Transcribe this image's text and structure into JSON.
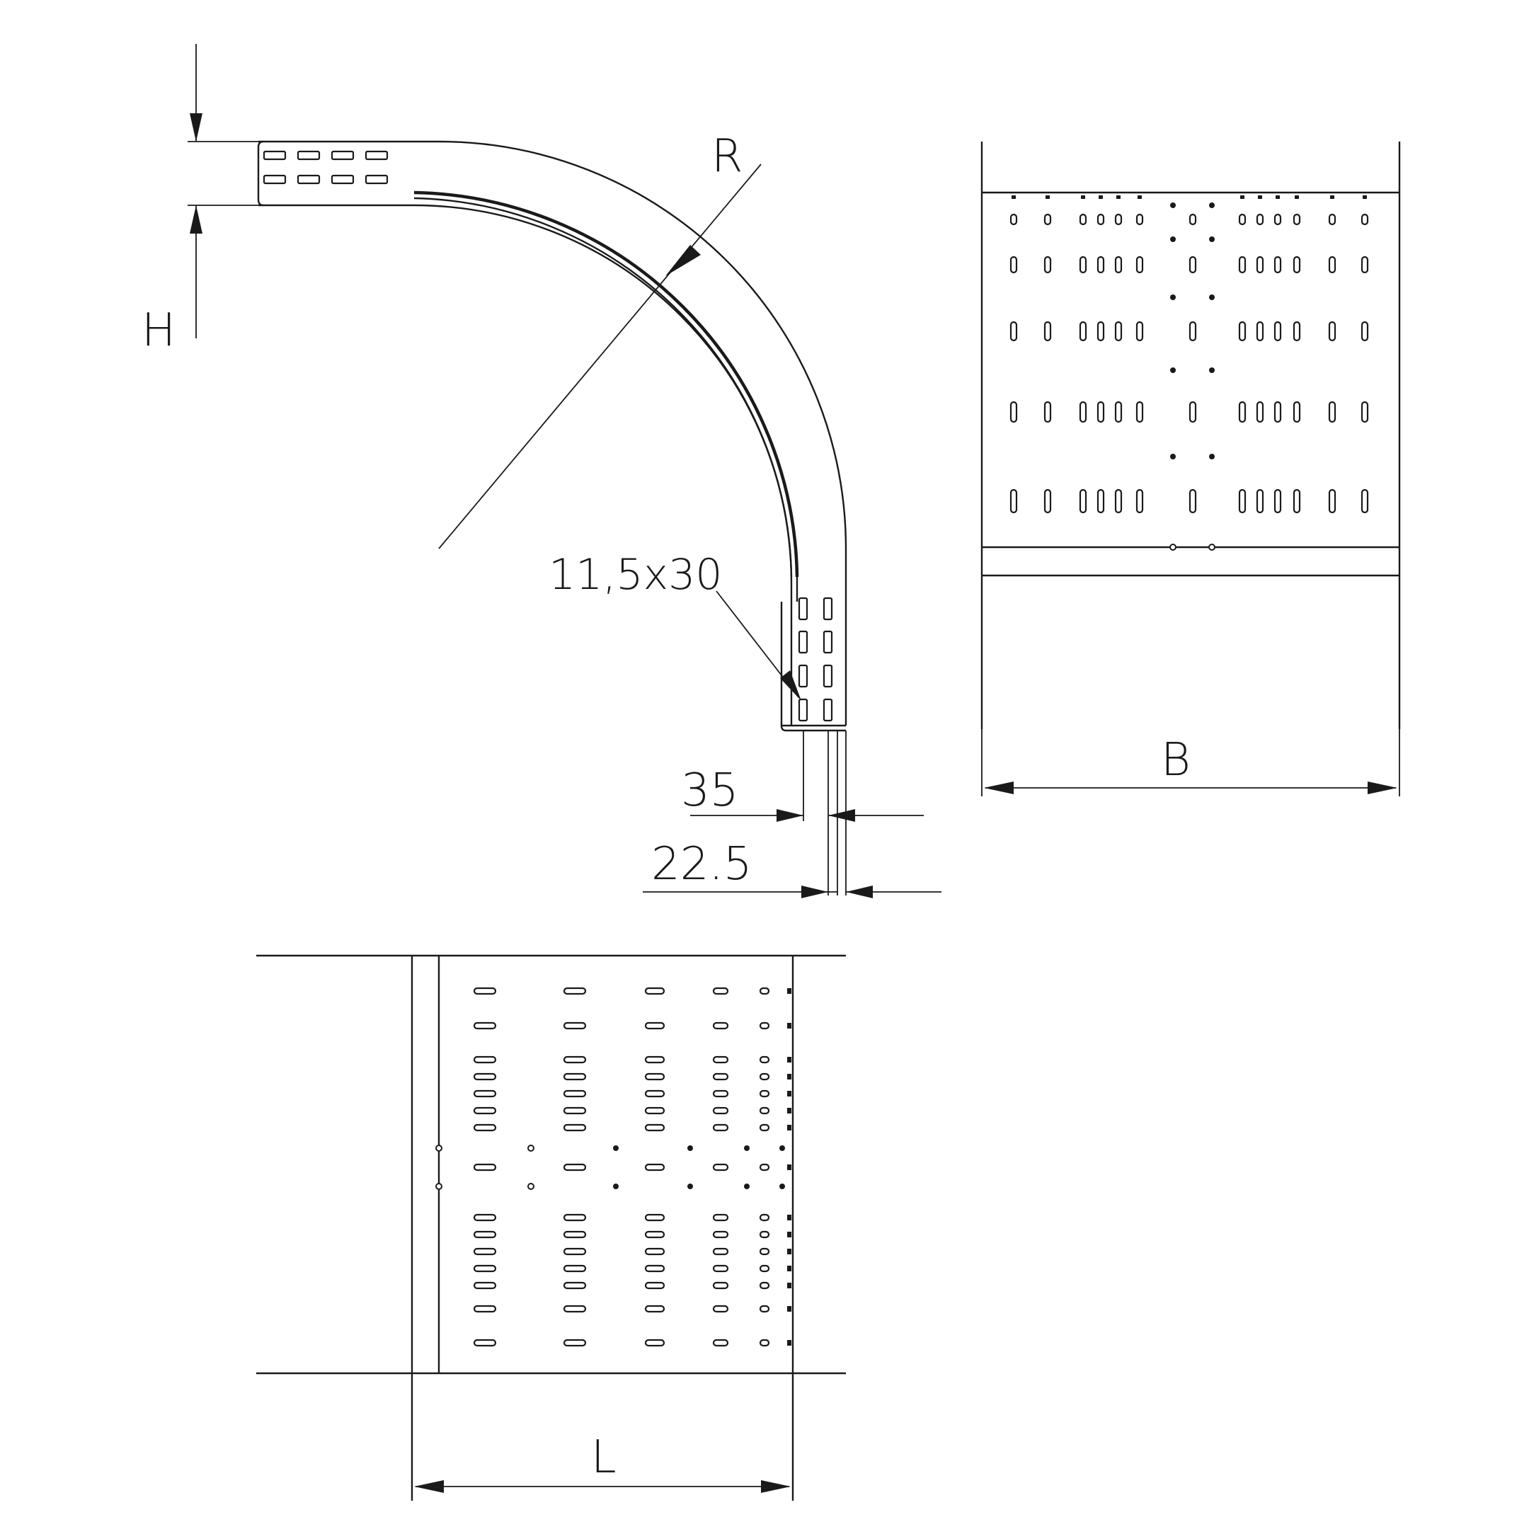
{
  "labels": {
    "height": "H",
    "radius": "R",
    "slot_size": "11,5x30",
    "hole_spacing": "35",
    "edge_offset": "22.5",
    "width": "B",
    "length": "L"
  },
  "icons": {
    "dimension_arrow": "arrowhead"
  }
}
